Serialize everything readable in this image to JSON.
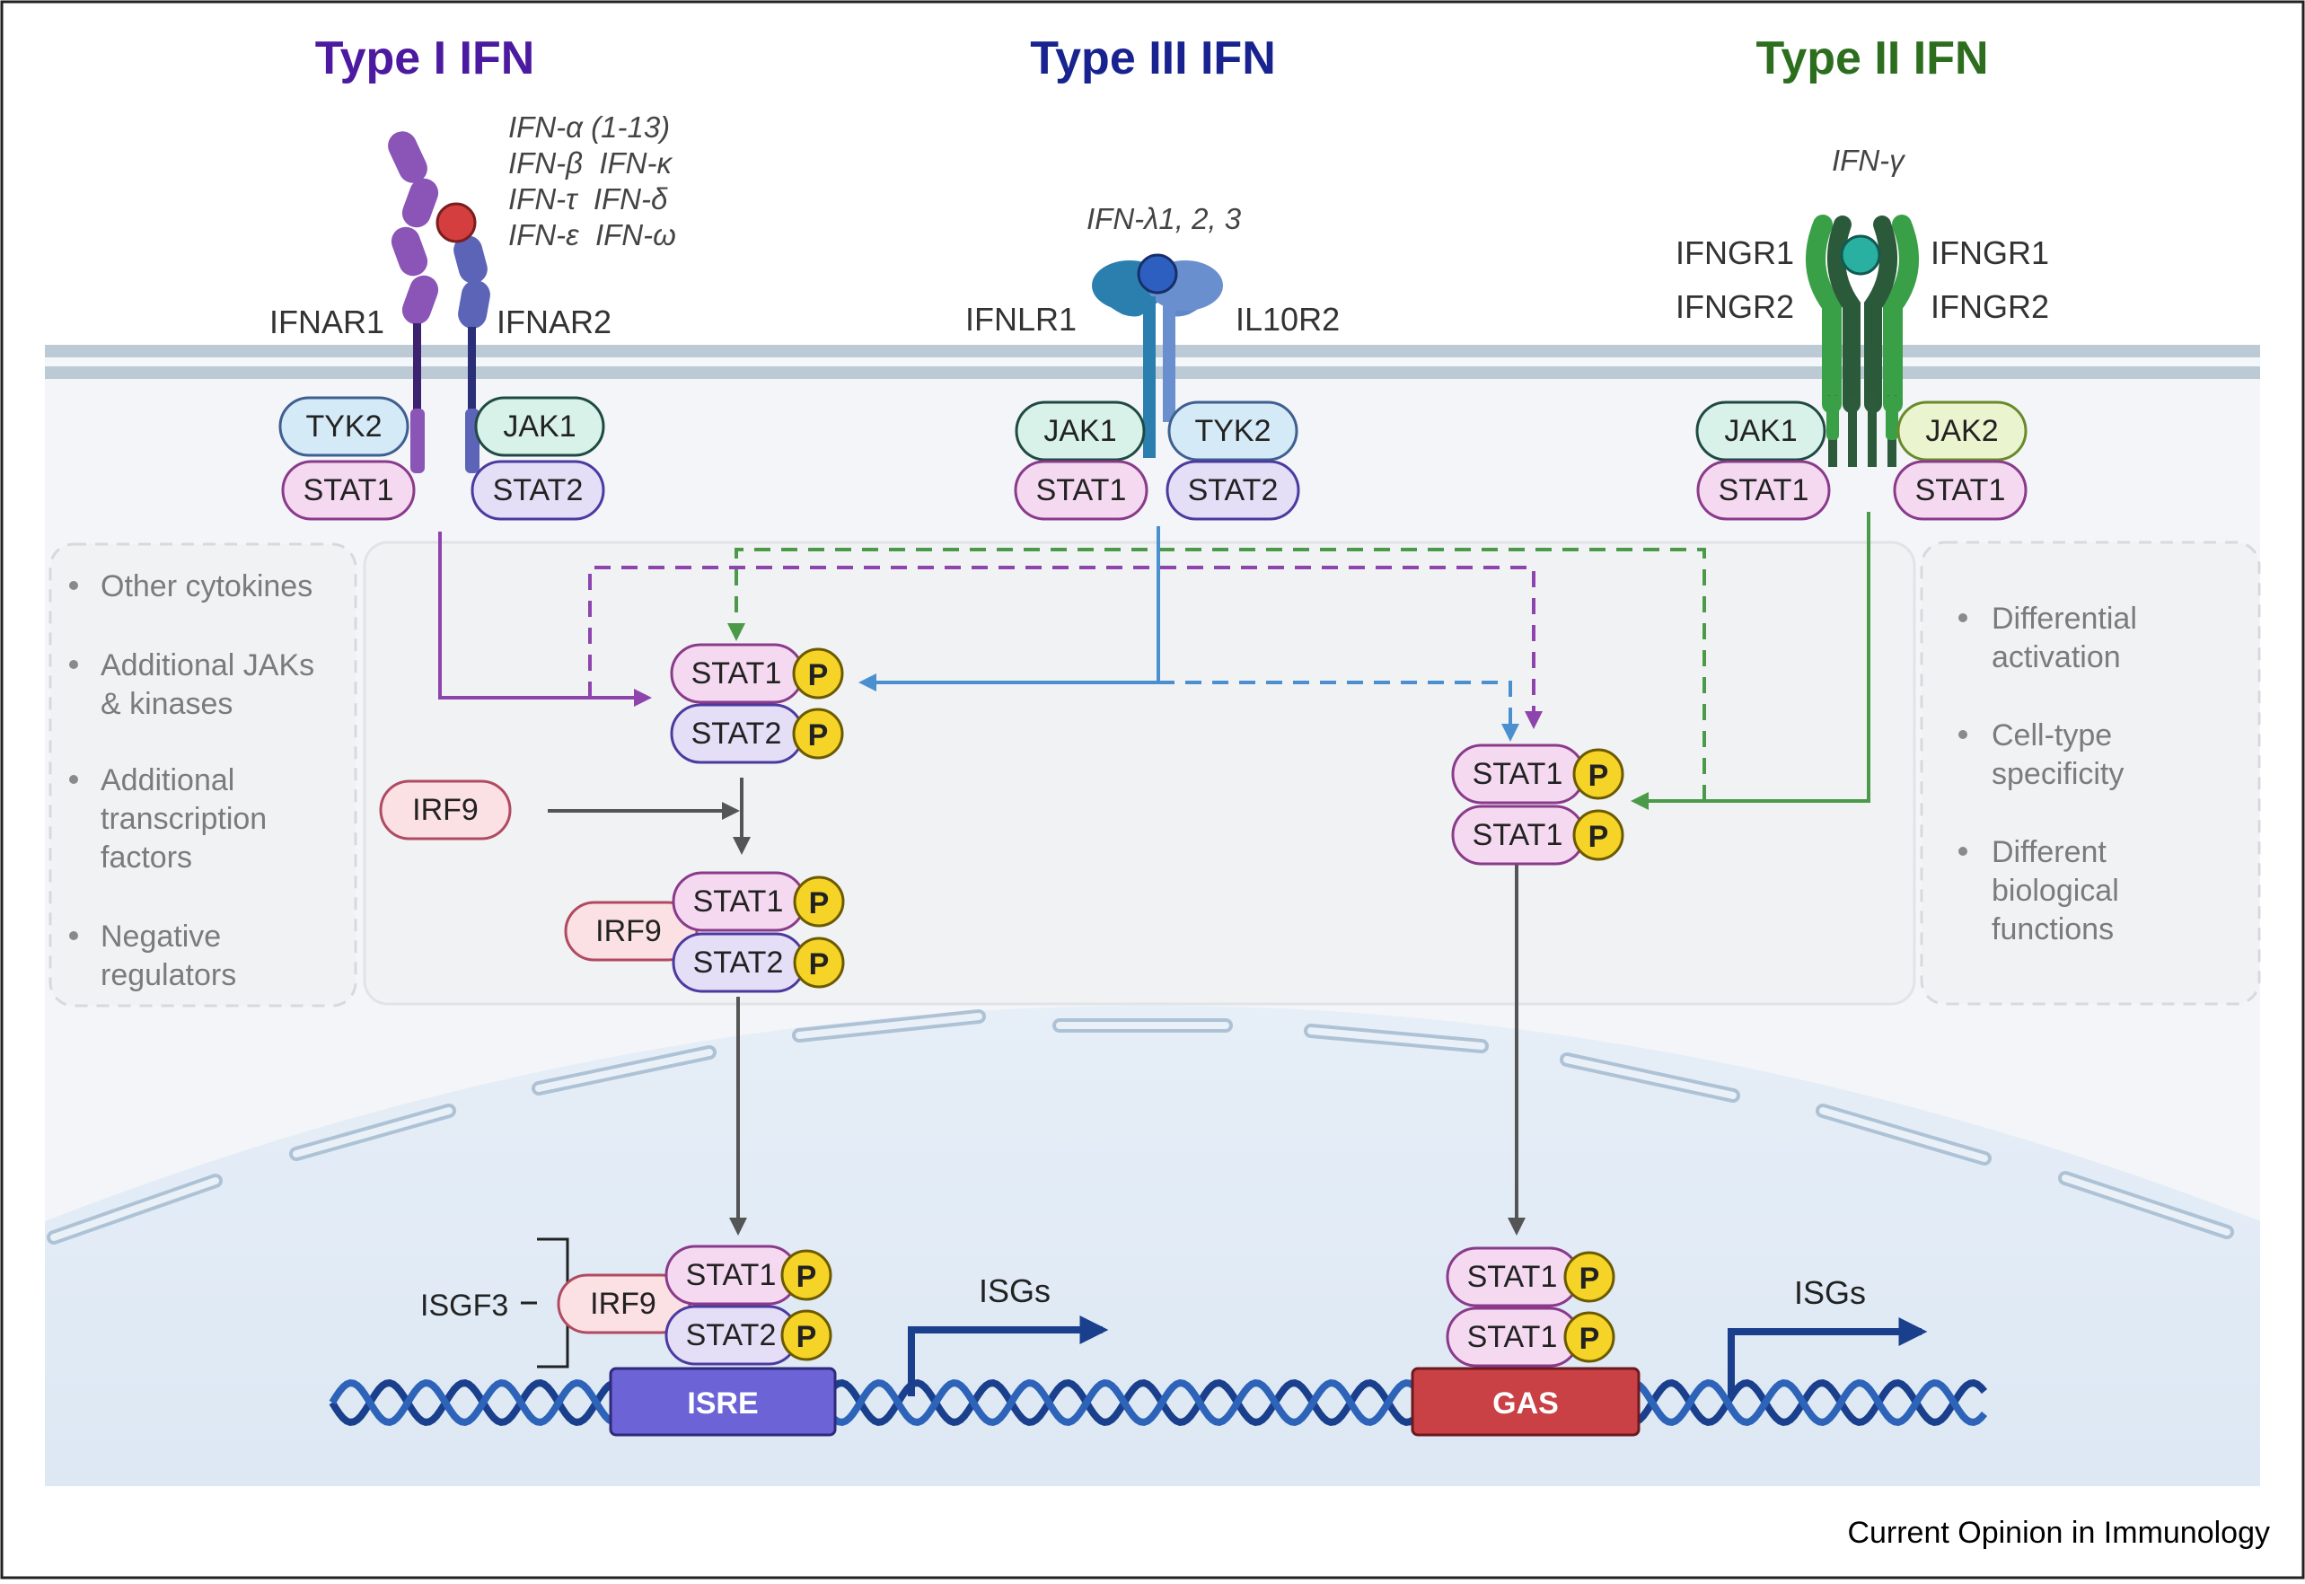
{
  "titles": {
    "type1": "Type I IFN",
    "type3": "Type III IFN",
    "type2": "Type II IFN"
  },
  "ligands": {
    "type1_lines": [
      "IFN-α (1-13)",
      "IFN-β  IFN-κ",
      "IFN-τ  IFN-δ",
      "IFN-ε  IFN-ω"
    ],
    "type3": "IFN-λ1, 2, 3",
    "type2": "IFN-γ"
  },
  "receptors": {
    "ifnar1": "IFNAR1",
    "ifnar2": "IFNAR2",
    "ifnlr1": "IFNLR1",
    "il10r2": "IL10R2",
    "ifngr1_left": "IFNGR1",
    "ifngr2_left": "IFNGR2",
    "ifngr1_right": "IFNGR1",
    "ifngr2_right": "IFNGR2"
  },
  "kinases": {
    "t1_tyk2": "TYK2",
    "t1_jak1": "JAK1",
    "t3_jak1": "JAK1",
    "t3_tyk2": "TYK2",
    "t2_jak1": "JAK1",
    "t2_jak2": "JAK2"
  },
  "stats": {
    "t1_stat1": "STAT1",
    "t1_stat2": "STAT2",
    "t3_stat1": "STAT1",
    "t3_stat2": "STAT2",
    "t2_stat1a": "STAT1",
    "t2_stat1b": "STAT1",
    "dimer12_a": "STAT1",
    "dimer12_b": "STAT2",
    "dimer11_a": "STAT1",
    "dimer11_b": "STAT1",
    "isgf3_cyto_a": "STAT1",
    "isgf3_cyto_b": "STAT2",
    "isgf3_nuc_a": "STAT1",
    "isgf3_nuc_b": "STAT2",
    "gaf_nuc_a": "STAT1",
    "gaf_nuc_b": "STAT1"
  },
  "phospho_label": "P",
  "irf9": {
    "free": "IRF9",
    "cyto": "IRF9",
    "nuc": "IRF9"
  },
  "isgf3_label": "ISGF3",
  "elements": {
    "isre": "ISRE",
    "gas": "GAS"
  },
  "isgs": {
    "left": "ISGs",
    "right": "ISGs"
  },
  "left_panel": [
    [
      "Other cytokines"
    ],
    [
      "Additional JAKs",
      "& kinases"
    ],
    [
      "Additional",
      "transcription",
      "factors"
    ],
    [
      "Negative",
      "regulators"
    ]
  ],
  "right_panel": [
    [
      "Differential",
      "activation"
    ],
    [
      "Cell-type",
      "specificity"
    ],
    [
      "Different",
      "biological",
      "functions"
    ]
  ],
  "credit": "Current Opinion in Immunology",
  "colors": {
    "type1": "#4b1aa0",
    "type3": "#18238f",
    "type2": "#2c6e1e",
    "purple_arrow": "#8e44ad",
    "blue_arrow": "#4a90d0",
    "green_arrow": "#4a9a4a",
    "gray_arrow": "#555555",
    "isre": "#6b63d6",
    "gas": "#c94045",
    "phospho": "#f5d327",
    "dna": "#1a3f8c"
  }
}
